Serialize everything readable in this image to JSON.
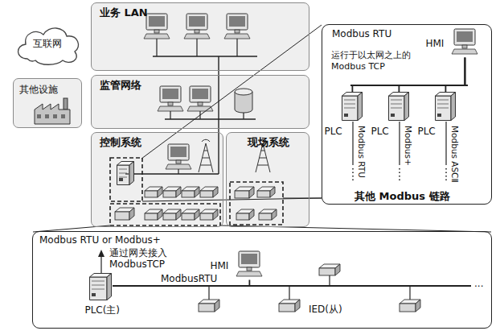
{
  "diagram": {
    "nodes": [
      {
        "text": [
          "互联网"
        ]
      },
      {
        "text": [
          "业务 LAN"
        ]
      },
      {
        "text": [
          "其他设施"
        ]
      },
      {
        "text": [
          "监管网络"
        ]
      },
      {
        "text": [
          "控制系统"
        ]
      },
      {
        "text": [
          "现场系统"
        ]
      },
      {
        "text": [
          "Modbus RTU",
          "其他 Modbus 链路"
        ]
      },
      {
        "text": [
          "HMI"
        ],
        "in": 6
      },
      {
        "text": [
          "PLC"
        ],
        "in": 6
      },
      {
        "text": [
          "PLC"
        ],
        "in": 6
      },
      {
        "text": [
          "PLC"
        ],
        "in": 6
      },
      {
        "text": [
          "Modbus RTU or Modbus+"
        ]
      },
      {
        "text": [
          "PLC(主)"
        ],
        "in": 11
      },
      {
        "text": [
          "HMI"
        ],
        "in": 11
      }
    ],
    "edges": [
      {
        "from": 7,
        "to": 8,
        "arrow": "none"
      },
      {
        "from": 7,
        "to": 9,
        "arrow": "none"
      },
      {
        "from": 7,
        "to": 10,
        "arrow": "none"
      },
      {
        "from": 12,
        "to": 13,
        "arrow": "none"
      }
    ],
    "labels": [
      "运行于以太网之上的 Modbus TCP",
      "Modbus RTU",
      "Modbus+",
      "Modbus ASCⅡ",
      "通过网关接入 ModbusTCP",
      "ModbusRTU",
      "IED(从)",
      "..."
    ]
  }
}
